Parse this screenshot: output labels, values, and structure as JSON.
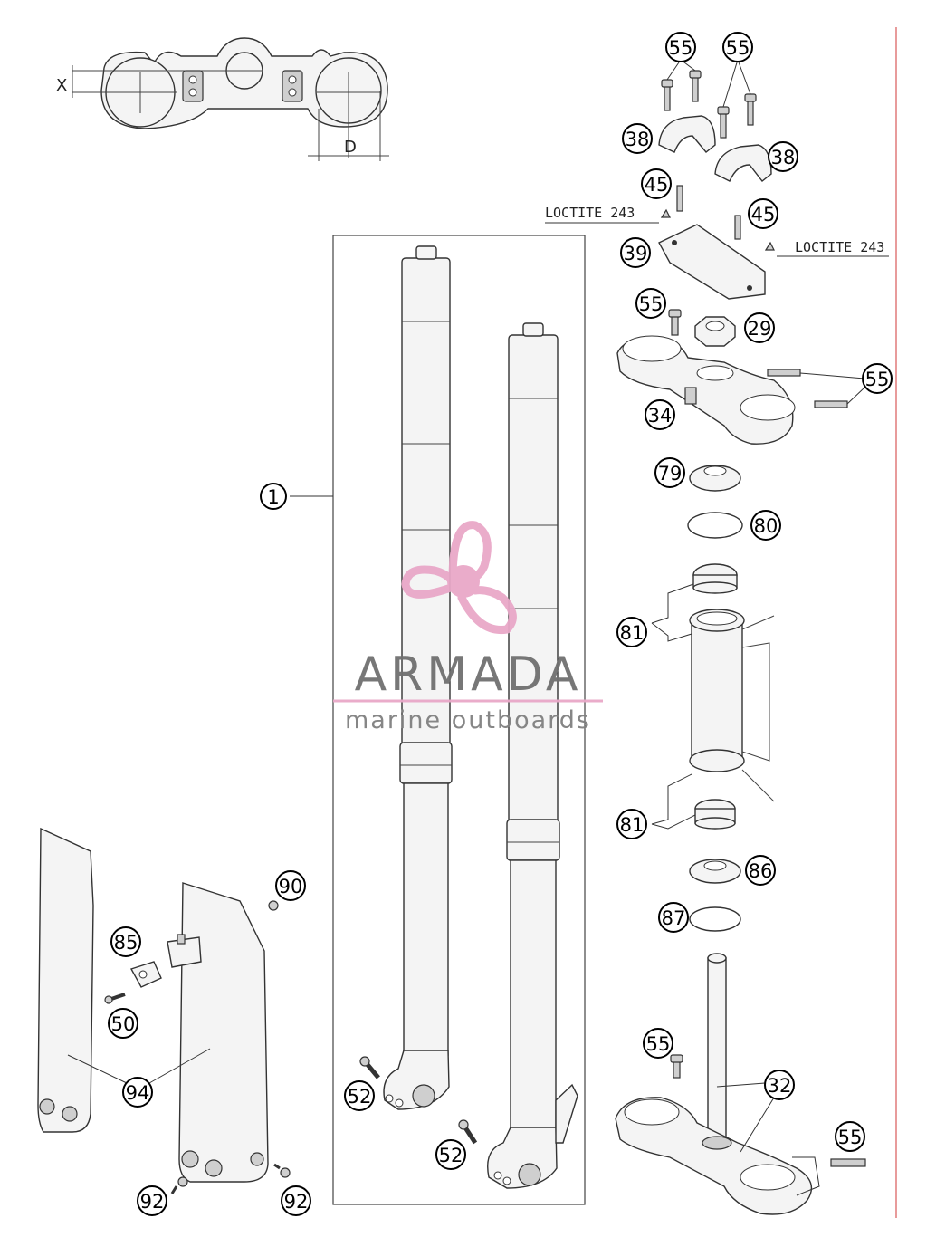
{
  "logo": {
    "name": "ARMADA",
    "tagline": "marine outboards",
    "color_primary": "#e9a8c8",
    "color_text": "#707070"
  },
  "dimensions": {
    "x": "X",
    "d": "D"
  },
  "annotations": {
    "loctite_left": "LOCTITE 243",
    "loctite_right": "LOCTITE 243"
  },
  "callouts": [
    {
      "n": "55"
    },
    {
      "n": "55"
    },
    {
      "n": "38"
    },
    {
      "n": "38"
    },
    {
      "n": "45"
    },
    {
      "n": "45"
    },
    {
      "n": "39"
    },
    {
      "n": "55"
    },
    {
      "n": "29"
    },
    {
      "n": "55"
    },
    {
      "n": "34"
    },
    {
      "n": "79"
    },
    {
      "n": "80"
    },
    {
      "n": "81"
    },
    {
      "n": "81"
    },
    {
      "n": "86"
    },
    {
      "n": "87"
    },
    {
      "n": "55"
    },
    {
      "n": "32"
    },
    {
      "n": "55"
    },
    {
      "n": "1"
    },
    {
      "n": "90"
    },
    {
      "n": "85"
    },
    {
      "n": "50"
    },
    {
      "n": "94"
    },
    {
      "n": "52"
    },
    {
      "n": "52"
    },
    {
      "n": "92"
    },
    {
      "n": "92"
    }
  ]
}
